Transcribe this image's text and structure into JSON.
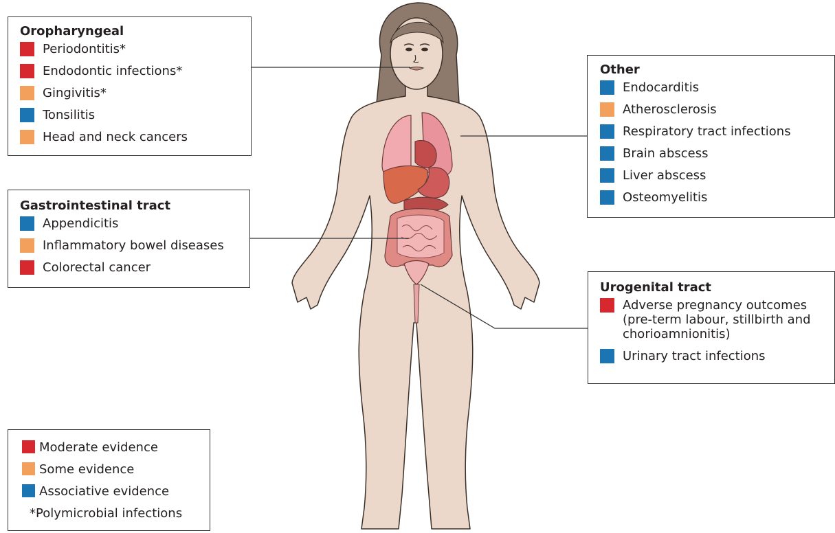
{
  "colors": {
    "moderate": "#d7282f",
    "some": "#f3a05c",
    "associative": "#1c75b3",
    "skin": "#ecd8cb",
    "hair": "#8d7a6c"
  },
  "oropharyngeal": {
    "title": "Oropharyngeal",
    "items": [
      {
        "label": "Periodontitis*",
        "evidence": "moderate"
      },
      {
        "label": "Endodontic infections*",
        "evidence": "moderate"
      },
      {
        "label": "Gingivitis*",
        "evidence": "some"
      },
      {
        "label": "Tonsilitis",
        "evidence": "associative"
      },
      {
        "label": "Head and neck cancers",
        "evidence": "some"
      }
    ]
  },
  "gastrointestinal": {
    "title": "Gastrointestinal tract",
    "items": [
      {
        "label": "Appendicitis",
        "evidence": "associative"
      },
      {
        "label": "Inflammatory bowel diseases",
        "evidence": "some"
      },
      {
        "label": "Colorectal cancer",
        "evidence": "moderate"
      }
    ]
  },
  "other": {
    "title": "Other",
    "items": [
      {
        "label": "Endocarditis",
        "evidence": "associative"
      },
      {
        "label": "Atherosclerosis",
        "evidence": "some"
      },
      {
        "label": "Respiratory tract infections",
        "evidence": "associative"
      },
      {
        "label": "Brain abscess",
        "evidence": "associative"
      },
      {
        "label": "Liver abscess",
        "evidence": "associative"
      },
      {
        "label": "Osteomyelitis",
        "evidence": "associative"
      }
    ]
  },
  "urogenital": {
    "title": "Urogenital tract",
    "items": [
      {
        "label": "Adverse pregnancy outcomes (pre-term labour, stillbirth and chorioamnionitis)",
        "evidence": "moderate"
      },
      {
        "label": "Urinary tract infections",
        "evidence": "associative"
      }
    ]
  },
  "legend": {
    "items": [
      {
        "label": "Moderate evidence",
        "evidence": "moderate"
      },
      {
        "label": "Some evidence",
        "evidence": "some"
      },
      {
        "label": "Associative evidence",
        "evidence": "associative"
      }
    ],
    "note": "*Polymicrobial infections"
  }
}
